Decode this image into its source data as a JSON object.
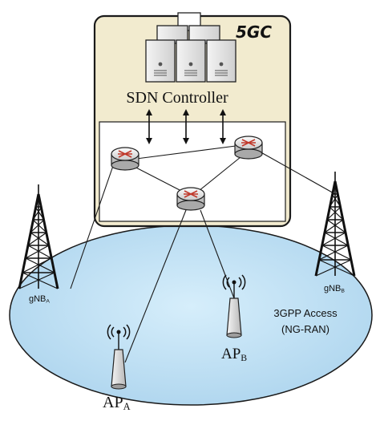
{
  "diagram": {
    "core_title": "5GC",
    "controller_label": "SDN Controller",
    "access_line1": "3GPP Access",
    "access_line2": "(NG-RAN)",
    "gnb_a": {
      "main": "gNB",
      "sub": "A"
    },
    "gnb_b": {
      "main": "gNB",
      "sub": "B"
    },
    "ap_a": {
      "main": "AP",
      "sub": "A"
    },
    "ap_b": {
      "main": "AP",
      "sub": "B"
    }
  },
  "icons": [
    "server-icon",
    "router-icon",
    "cell-tower-icon",
    "access-point-icon",
    "bidirectional-arrow-icon"
  ],
  "colors": {
    "core_fill": "#f2ebcf",
    "ran_fill": "#bfe0f2",
    "router_cross": "#c0392b",
    "outline": "#1a1a1a"
  }
}
